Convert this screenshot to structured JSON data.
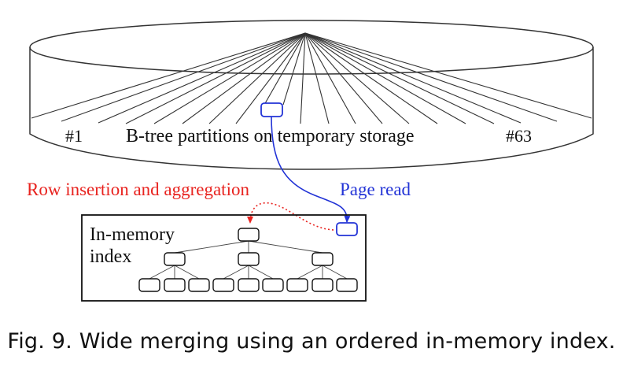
{
  "disk": {
    "first_label": "#1",
    "title": "B-tree partitions on temporary storage",
    "last_label": "#63"
  },
  "annotations": {
    "insertion": "Row insertion and aggregation",
    "insertion_color": "#e8231f",
    "page_read": "Page read",
    "page_read_color": "#2233d6"
  },
  "index": {
    "label_line1": "In-memory",
    "label_line2": "index"
  },
  "caption": "Fig. 9.  Wide merging using an ordered in-memory index."
}
